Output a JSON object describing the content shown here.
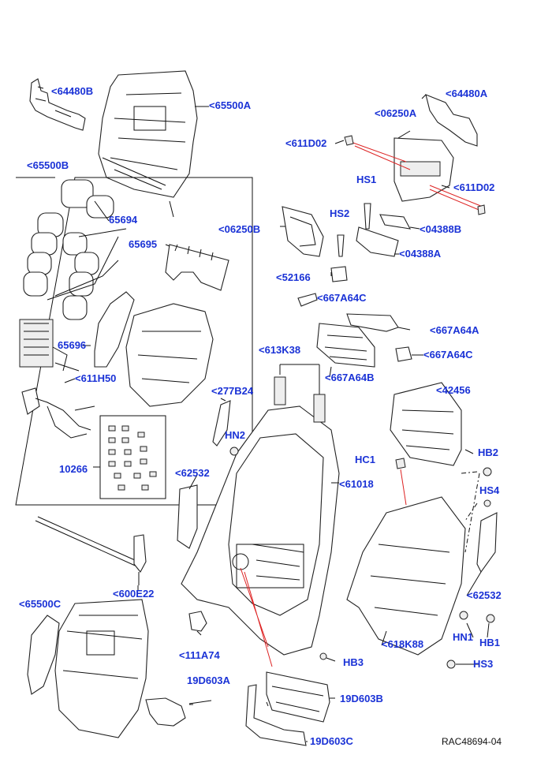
{
  "diagram": {
    "reference": "RAC48694-04",
    "labels": [
      {
        "id": "l1",
        "text": "<64480B"
      },
      {
        "id": "l2",
        "text": "<65500A"
      },
      {
        "id": "l3",
        "text": "<64480A"
      },
      {
        "id": "l4",
        "text": "<06250A"
      },
      {
        "id": "l5",
        "text": "<611D02"
      },
      {
        "id": "l6",
        "text": "<611D02"
      },
      {
        "id": "l7",
        "text": "HS1"
      },
      {
        "id": "l8",
        "text": "<65500B"
      },
      {
        "id": "l9",
        "text": "65694"
      },
      {
        "id": "l10",
        "text": "HS2"
      },
      {
        "id": "l11",
        "text": "<06250B"
      },
      {
        "id": "l12",
        "text": "<04388B"
      },
      {
        "id": "l13",
        "text": "65695"
      },
      {
        "id": "l14",
        "text": "<04388A"
      },
      {
        "id": "l15",
        "text": "<52166"
      },
      {
        "id": "l16",
        "text": "<667A64C"
      },
      {
        "id": "l17",
        "text": "<667A64A"
      },
      {
        "id": "l18",
        "text": "65696"
      },
      {
        "id": "l19",
        "text": "<613K38"
      },
      {
        "id": "l20",
        "text": "<667A64C"
      },
      {
        "id": "l21",
        "text": "<611H50"
      },
      {
        "id": "l22",
        "text": "<667A64B"
      },
      {
        "id": "l23",
        "text": "<277B24"
      },
      {
        "id": "l24",
        "text": "<42456"
      },
      {
        "id": "l25",
        "text": "HN2"
      },
      {
        "id": "l26",
        "text": "HC1"
      },
      {
        "id": "l27",
        "text": "HB2"
      },
      {
        "id": "l28",
        "text": "10266"
      },
      {
        "id": "l29",
        "text": "<62532"
      },
      {
        "id": "l30",
        "text": "<61018"
      },
      {
        "id": "l31",
        "text": "HS4"
      },
      {
        "id": "l32",
        "text": "<600E22"
      },
      {
        "id": "l33",
        "text": "<62532"
      },
      {
        "id": "l34",
        "text": "<65500C"
      },
      {
        "id": "l35",
        "text": "HN1"
      },
      {
        "id": "l36",
        "text": "HB1"
      },
      {
        "id": "l37",
        "text": "<618K88"
      },
      {
        "id": "l38",
        "text": "<111A74"
      },
      {
        "id": "l39",
        "text": "HB3"
      },
      {
        "id": "l40",
        "text": "HS3"
      },
      {
        "id": "l41",
        "text": "19D603A"
      },
      {
        "id": "l42",
        "text": "19D603B"
      },
      {
        "id": "l43",
        "text": "19D603C"
      }
    ]
  }
}
